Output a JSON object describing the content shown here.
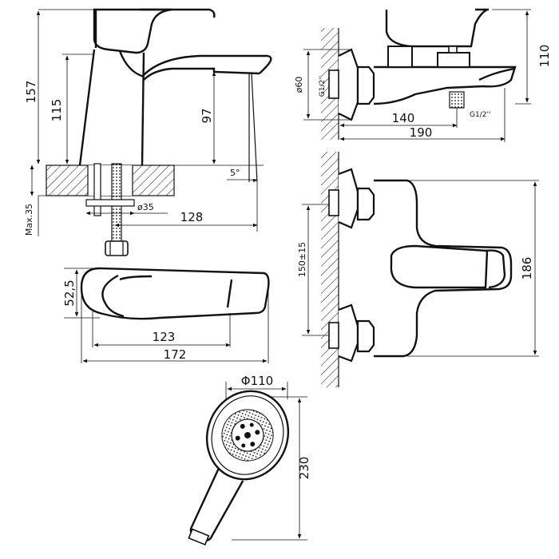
{
  "basin_mixer_side": {
    "height_total": "157",
    "height_body": "115",
    "spout_height": "97",
    "max_thickness": "Max.35",
    "angle": "5°",
    "hole_diameter": "ø35",
    "spout_reach": "128"
  },
  "basin_mixer_top": {
    "width": "52,5",
    "handle_length": "123",
    "total_length": "172"
  },
  "bath_mixer_side": {
    "flange_diameter": "ø60",
    "thread_inlet": "G1/2''",
    "thread_outlet": "G1/2''",
    "height": "110",
    "wall_to_spout": "140",
    "total_depth": "190"
  },
  "bath_mixer_front": {
    "centre_distance": "150±15",
    "height": "186"
  },
  "hand_shower": {
    "diameter": "Φ110",
    "length": "230"
  }
}
